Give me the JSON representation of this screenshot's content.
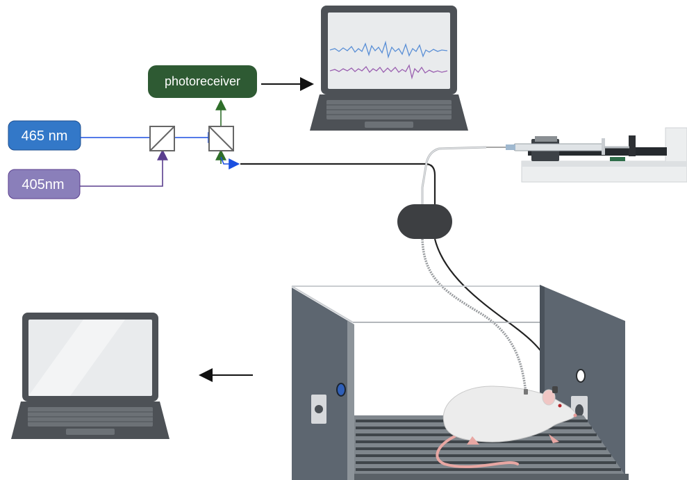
{
  "labels": {
    "photoreceiver": "photoreceiver",
    "source_465": "465 nm",
    "source_405": "405nm"
  },
  "colors": {
    "blue_box": "#3378c8",
    "purple_box": "#8a7fba",
    "photoreceiver_box": "#2e5a33",
    "blue_light": "#1a4fe0",
    "purple_light": "#5a3e8e",
    "green_light": "#2f6e2a",
    "laptop_body": "#4d5156",
    "chamber_wall": "#5d6670",
    "rat_body": "#ececec"
  },
  "icons": [
    "laptop-icon",
    "beam-splitter-icon",
    "syringe-pump-icon",
    "rotary-joint-icon",
    "operant-chamber-icon",
    "rat-icon"
  ]
}
